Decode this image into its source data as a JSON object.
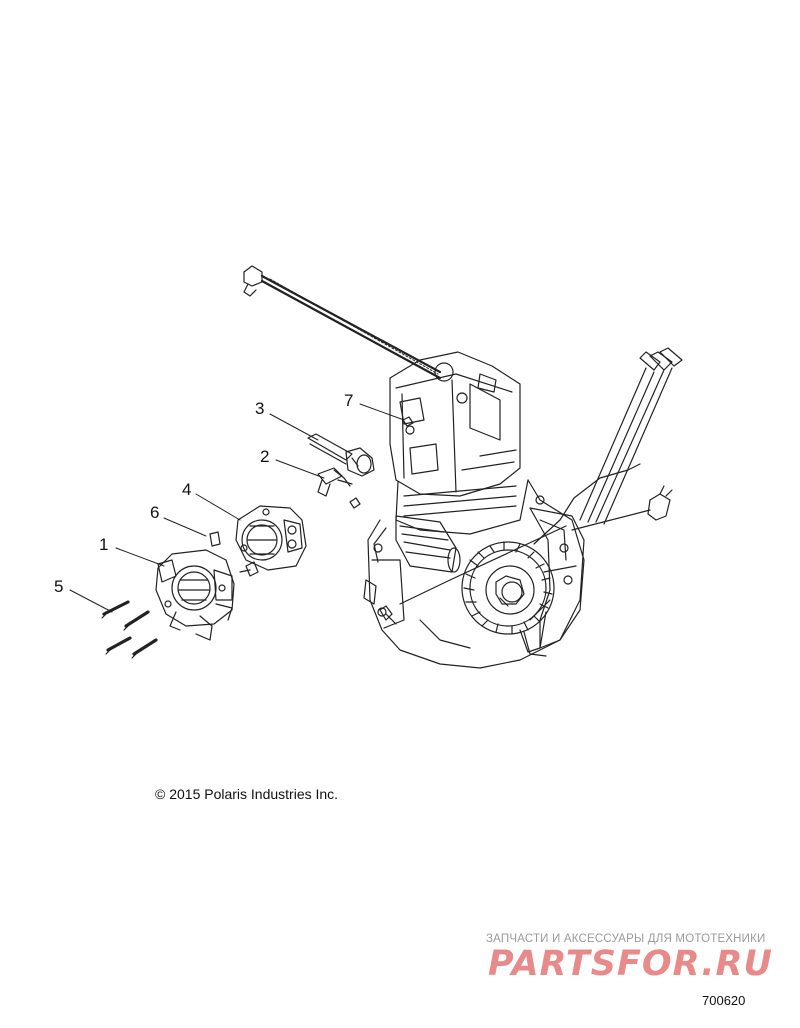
{
  "callouts": [
    "1",
    "2",
    "3",
    "4",
    "5",
    "6",
    "7"
  ],
  "copyright": "© 2015 Polaris Industries Inc.",
  "watermark": {
    "tagline": "ЗАПЧАСТИ И АКСЕССУАРЫ ДЛЯ МОТОТЕХНИКИ",
    "logo": "PARTSFOR.RU"
  },
  "diagram_ref": "700620"
}
